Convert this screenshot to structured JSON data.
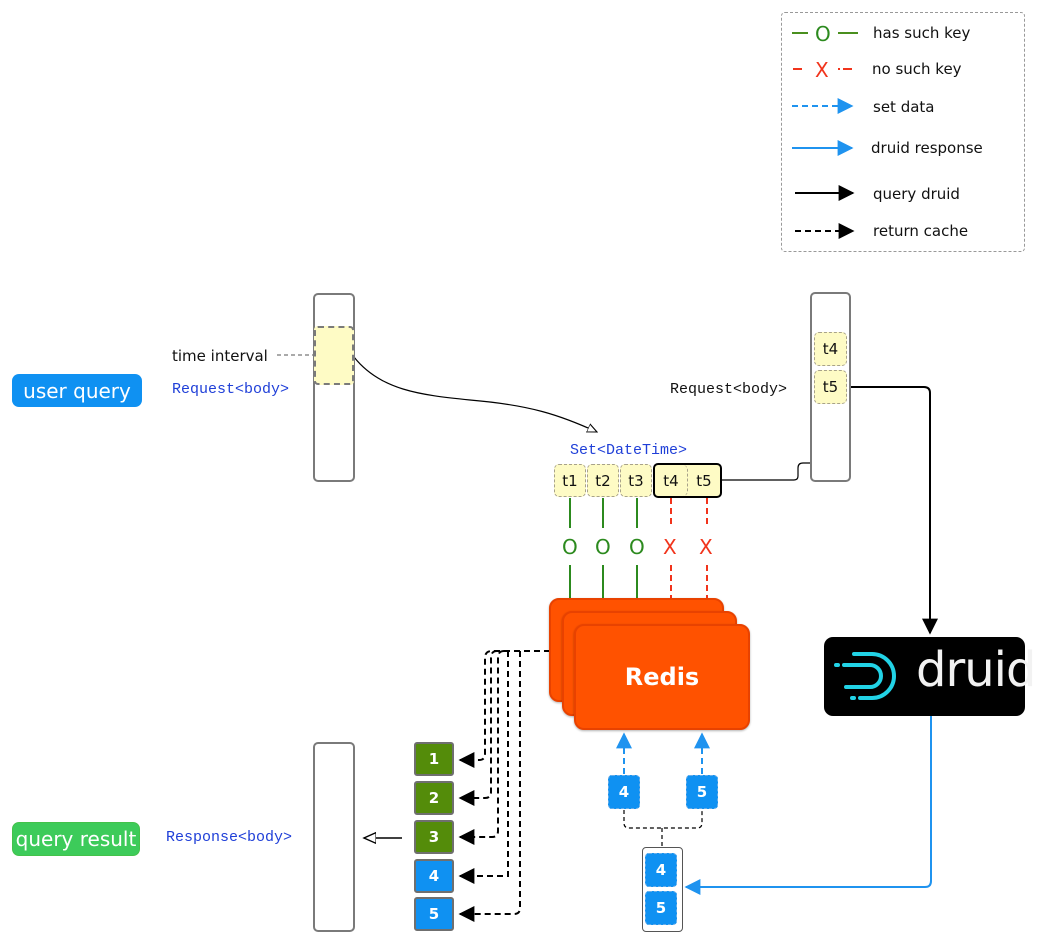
{
  "legend": {
    "items": [
      {
        "key": "has_key",
        "symbol": "O",
        "label": "has such key",
        "color": "#2c8a1e",
        "style": "solid-with-symbol"
      },
      {
        "key": "no_key",
        "symbol": "X",
        "label": "no such key",
        "color": "#f1341c",
        "style": "dashed-with-symbol"
      },
      {
        "key": "set_data",
        "label": "set data",
        "color": "#1f93ef",
        "style": "dashed-arrow"
      },
      {
        "key": "druid_response",
        "label": "druid response",
        "color": "#1f93ef",
        "style": "solid-arrow"
      },
      {
        "key": "query_druid",
        "label": "query druid",
        "color": "#000000",
        "style": "solid-arrow"
      },
      {
        "key": "return_cache",
        "label": "return cache",
        "color": "#000000",
        "style": "dashed-arrow"
      }
    ]
  },
  "labels": {
    "user_query": "user query",
    "query_result": "query result",
    "time_interval": "time interval",
    "request_body_left": "Request<body>",
    "request_body_right": "Request<body>",
    "response_body": "Response<body>",
    "set_datetime": "Set<DateTime>",
    "redis": "Redis",
    "druid": "druid"
  },
  "time_set": {
    "cells": [
      {
        "label": "t1",
        "cache": "hit"
      },
      {
        "label": "t2",
        "cache": "hit"
      },
      {
        "label": "t3",
        "cache": "hit"
      },
      {
        "label": "t4",
        "cache": "miss"
      },
      {
        "label": "t5",
        "cache": "miss"
      }
    ],
    "hit_symbol": "O",
    "miss_symbol": "X"
  },
  "druid_request_cells": [
    "t4",
    "t5"
  ],
  "result_blocks": [
    {
      "label": "1",
      "source": "cache"
    },
    {
      "label": "2",
      "source": "cache"
    },
    {
      "label": "3",
      "source": "cache"
    },
    {
      "label": "4",
      "source": "druid"
    },
    {
      "label": "5",
      "source": "druid"
    }
  ],
  "set_data_blocks": [
    "4",
    "5"
  ],
  "druid_response_blocks": [
    "4",
    "5"
  ],
  "colors": {
    "user_query_bg": "#0f91f2",
    "query_result_bg": "#3dcb5a",
    "redis": "#ff5200",
    "druid_bg": "#000000",
    "druid_icon": "#22d3e6",
    "cache_block": "#548c0a",
    "druid_block": "#0f91f2",
    "time_cell": "#fefbc5",
    "mono_text": "#1f3fd8"
  }
}
